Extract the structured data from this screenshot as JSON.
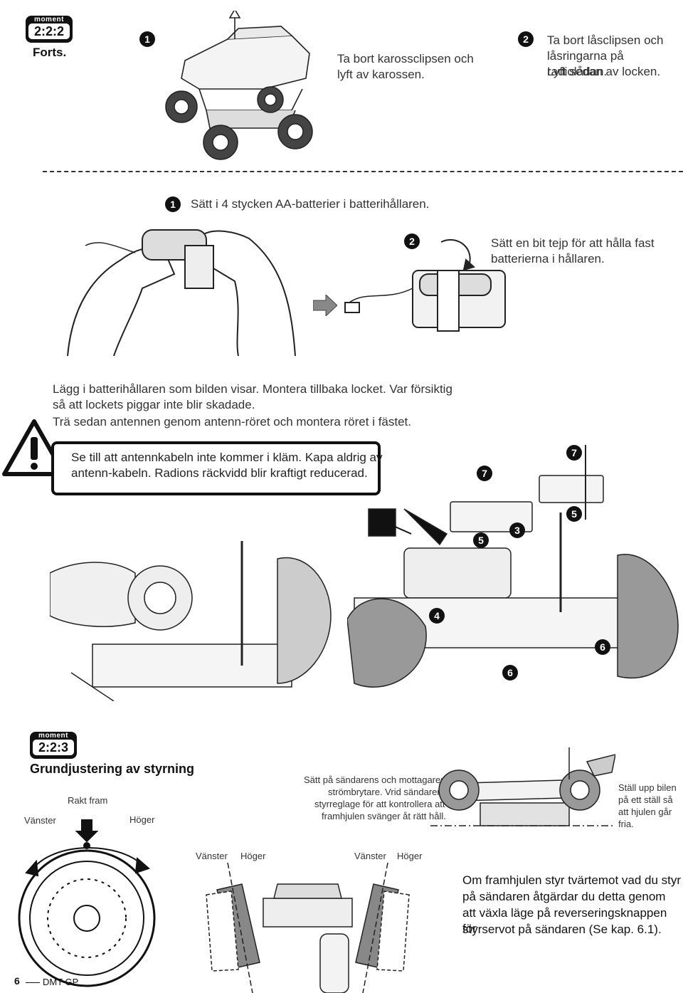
{
  "section1": {
    "tag_top": "moment",
    "tag_number": "2:2:2",
    "continued": "Forts.",
    "step1_number": "1",
    "step1_text_line1": "Ta bort karossclipsen och",
    "step1_text_line2": "lyft av karossen.",
    "step2_number": "2",
    "step2_text_line1": "Ta bort låsclipsen och",
    "step2_text_line2": "låsringarna på radiolådan.",
    "step2_text_line3": "Lyft sedan av locken."
  },
  "battery": {
    "step1_number": "1",
    "step1_text": "Sätt i 4 stycken AA-batterier i batterihållaren.",
    "step2_number": "2",
    "step2_text_line1": "Sätt en bit tejp för att hålla fast",
    "step2_text_line2": "batterierna i hållaren."
  },
  "instructions": {
    "line1": "Lägg i batterihållaren som bilden visar. Montera tillbaka locket. Var försiktig",
    "line2": "så att lockets piggar inte blir skadade.",
    "line3": "Trä sedan antennen genom antenn-röret och montera röret i fästet."
  },
  "warning": {
    "line1": "Se till att antennkabeln inte kommer i kläm. Kapa aldrig av",
    "line2": "antenn-kabeln. Radions räckvidd blir kraftigt reducerad."
  },
  "callouts": [
    "7",
    "7",
    "5",
    "3",
    "5",
    "4",
    "6",
    "6"
  ],
  "section2": {
    "tag_top": "moment",
    "tag_number": "2:2:3",
    "heading": "Grundjustering av styrning",
    "straight": "Rakt fram",
    "left": "Vänster",
    "right": "Höger",
    "transmitter_text_line1": "Sätt på sändarens och mottagarens",
    "transmitter_text_line2": "strömbrytare. Vrid sändarens",
    "transmitter_text_line3": "styrreglage för att kontrollera att",
    "transmitter_text_line4": "framhjulen svänger åt rätt håll.",
    "stand_text_line1": "Ställ upp bilen",
    "stand_text_line2": "på ett ställ så",
    "stand_text_line3": "att hjulen går",
    "stand_text_line4": "fria.",
    "wheel_left_a": "Vänster",
    "wheel_right_a": "Höger",
    "wheel_left_b": "Vänster",
    "wheel_right_b": "Höger",
    "reverse_text_line1": "Om framhjulen styr tvärtemot vad du styr",
    "reverse_text_line2": "på sändaren åtgärdar du detta genom",
    "reverse_text_line3": "att växla läge på reverseringsknappen för",
    "reverse_text_line4": "styrservot på sändaren (Se kap. 6.1)."
  },
  "footer": {
    "page_number": "6",
    "product": "DMT GP"
  }
}
